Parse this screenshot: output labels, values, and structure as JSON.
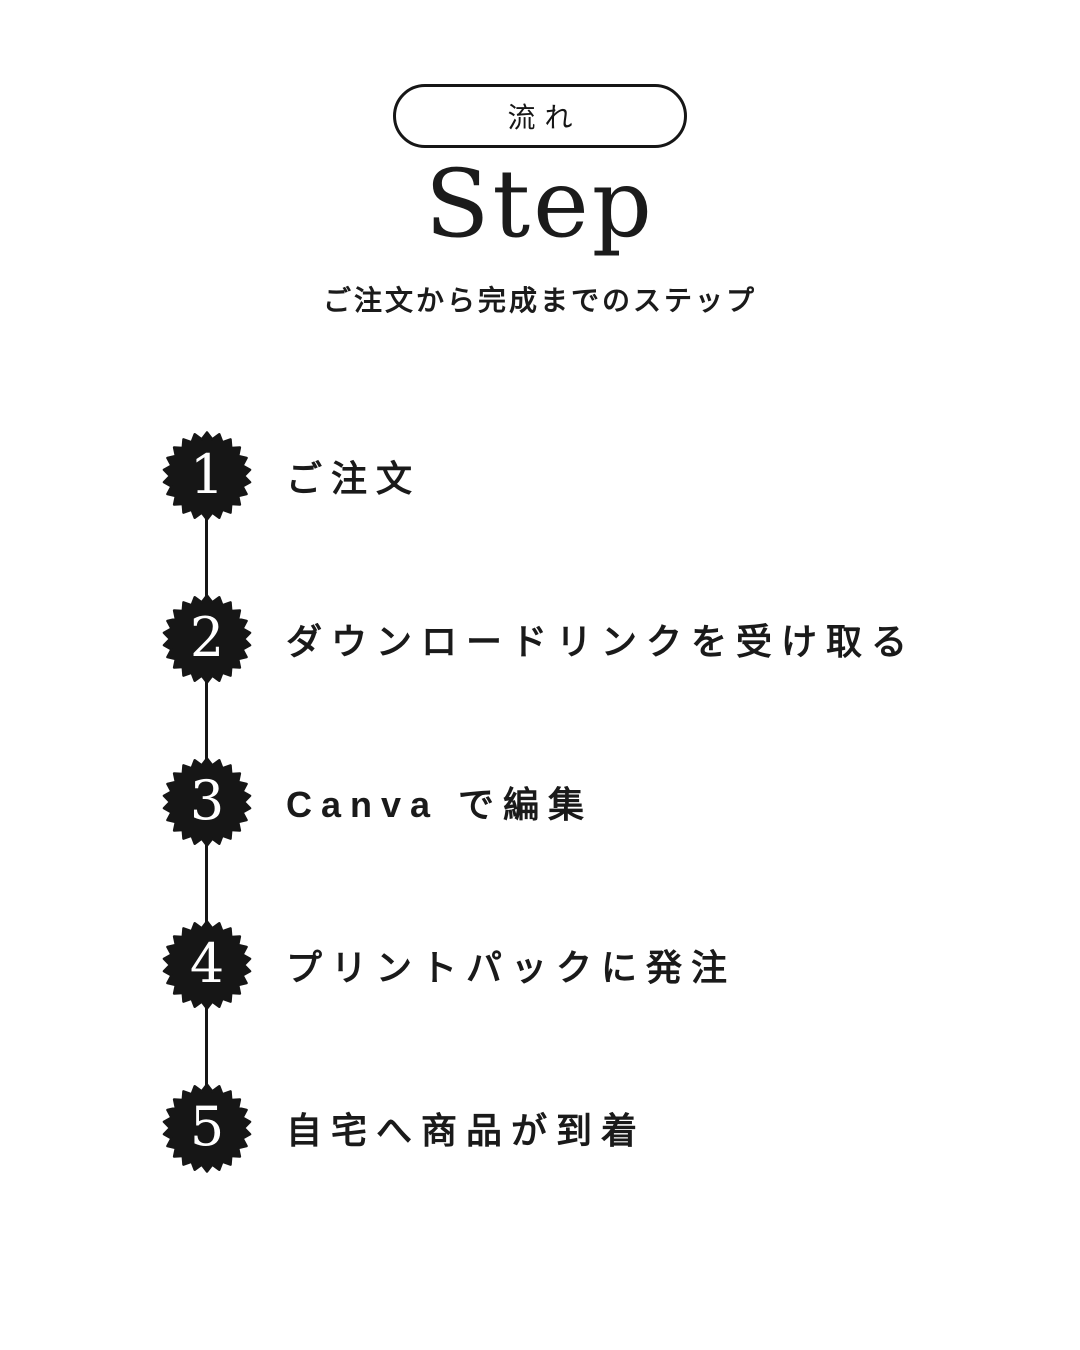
{
  "colors": {
    "ink": "#161616",
    "background": "#ffffff",
    "badge_number": "#ffffff"
  },
  "header": {
    "pill_label": "流れ",
    "title": "Step",
    "subtitle": "ご注文から完成までのステップ"
  },
  "steps": [
    {
      "number": "1",
      "label": "ご注文"
    },
    {
      "number": "2",
      "label": "ダウンロードリンクを受け取る"
    },
    {
      "number": "3",
      "label": "Canva で編集"
    },
    {
      "number": "4",
      "label": "プリントパックに発注"
    },
    {
      "number": "5",
      "label": "自宅へ商品が到着"
    }
  ]
}
